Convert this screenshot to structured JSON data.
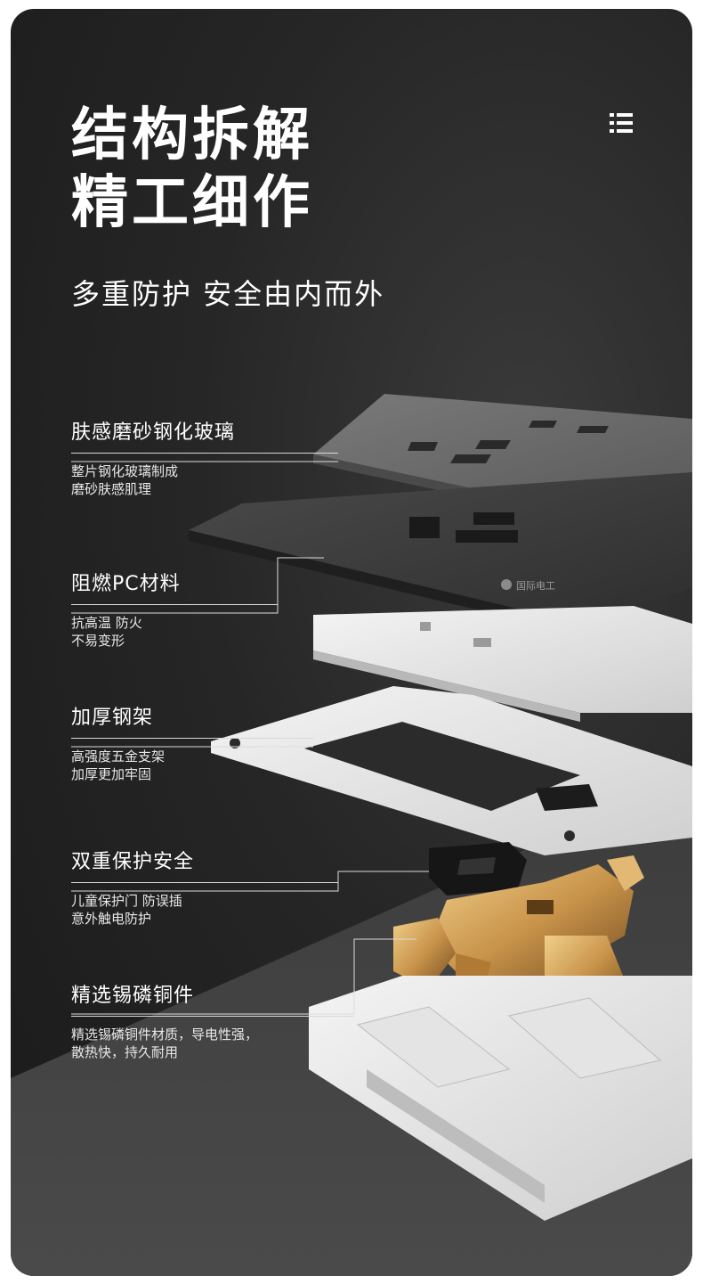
{
  "header": {
    "title_line1": "结构拆解",
    "title_line2": "精工细作",
    "subtitle": "多重防护  安全由内而外"
  },
  "icons": {
    "menu": "menu-list-icon"
  },
  "plate": {
    "brand": "国际电工"
  },
  "features": [
    {
      "title": "肤感磨砂钢化玻璃",
      "desc": [
        "整片钢化玻璃制成",
        "磨砂肤感肌理"
      ]
    },
    {
      "title": "阻燃PC材料",
      "desc": [
        "抗高温 防火",
        "不易变形"
      ]
    },
    {
      "title": "加厚钢架",
      "desc": [
        "高强度五金支架",
        "加厚更加牢固"
      ]
    },
    {
      "title": "双重保护安全",
      "desc": [
        "儿童保护门 防误插",
        "意外触电防护"
      ]
    },
    {
      "title": "精选锡磷铜件",
      "desc": [
        "精选锡磷铜件材质，导电性强，",
        "散热快，持久耐用"
      ]
    }
  ],
  "colors": {
    "background": "#262626",
    "text": "#ffffff",
    "copper": "#c8934a",
    "glass": "#6b6b6b"
  }
}
